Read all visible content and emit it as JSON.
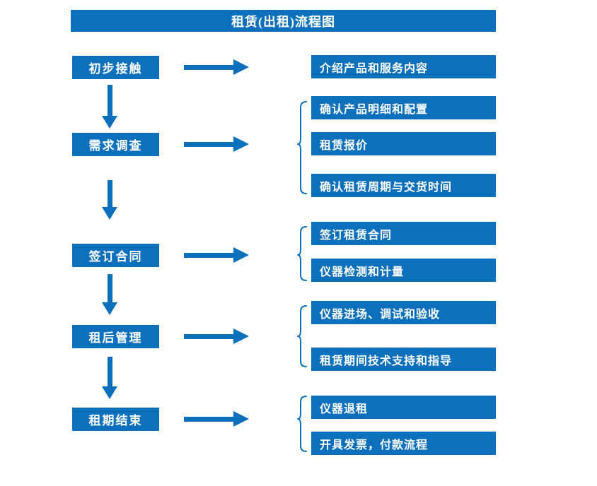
{
  "title": "租赁(出租)流程图",
  "stages": [
    {
      "label": "初步接触",
      "details": [
        "介绍产品和服务内容"
      ]
    },
    {
      "label": "需求调查",
      "details": [
        "确认产品明细和配置",
        "租赁报价",
        "确认租赁周期与交货时间"
      ]
    },
    {
      "label": "签订合同",
      "details": [
        "签订租赁合同",
        "仪器检测和计量"
      ]
    },
    {
      "label": "租后管理",
      "details": [
        "仪器进场、调试和验收",
        "租赁期间技术支持和指导"
      ]
    },
    {
      "label": "租期结束",
      "details": [
        "仪器退租",
        "开具发票，付款流程"
      ]
    }
  ],
  "colors": {
    "primary": "#0d70bd",
    "background": "#ffffff",
    "text_on_primary": "#ffffff"
  }
}
